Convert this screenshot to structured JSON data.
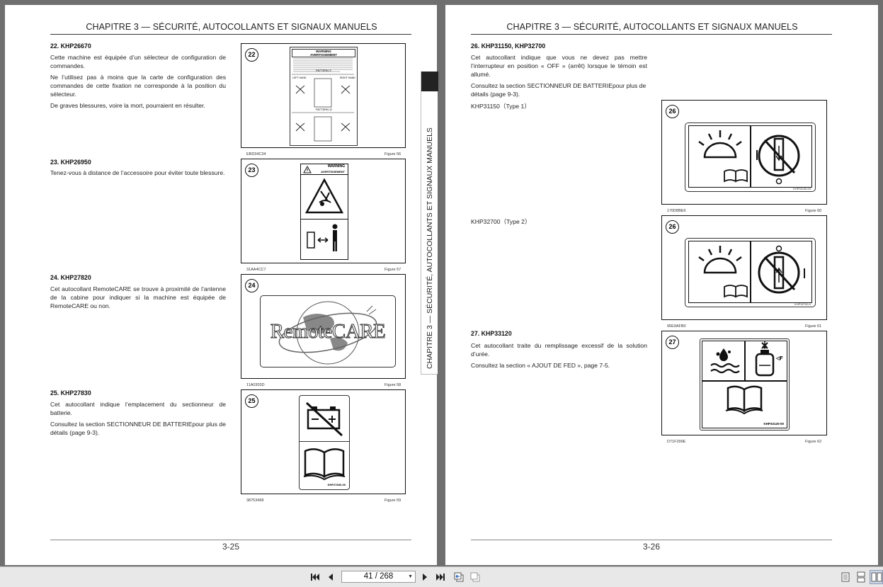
{
  "header": {
    "chapter_title": "CHAPITRE 3 — SÉCURITÉ, AUTOCOLLANTS ET SIGNAUX MANUELS"
  },
  "side_tab": {
    "text": "CHAPITRE 3 — SÉCURITÉ, AUTOCOLLANTS ET SIGNAUX MANUELS"
  },
  "left_page": {
    "page_number": "3-25",
    "sections": [
      {
        "title": "22. KHP26670",
        "paragraphs": [
          "Cette machine est équipée d’un sélecteur de configuration de commandes.",
          "Ne l’utilisez pas à moins que la carte de configuration des commandes de cette fixation ne corresponde à la position du sélecteur.",
          "De graves blessures, voire la mort, pourraient en résulter."
        ],
        "figure": {
          "number": "22",
          "code": "EBD34C34",
          "caption": "Figure 56"
        }
      },
      {
        "title": "23. KHP26950",
        "paragraphs": [
          "Tenez-vous à distance de l’accessoire pour éviter toute blessure."
        ],
        "figure": {
          "number": "23",
          "code": "31AA4CC7",
          "caption": "Figure 57"
        }
      },
      {
        "title": "24. KHP27820",
        "paragraphs": [
          "Cet autocollant RemoteCARE se trouve à proximité de l’antenne de la cabine pour indiquer si la machine est équipée de RemoteCARE ou non."
        ],
        "figure": {
          "number": "24",
          "code": "11A0303D",
          "caption": "Figure 58"
        }
      },
      {
        "title": "25. KHP27830",
        "paragraphs": [
          "Cet autocollant indique l’emplacement du sectionneur de batterie.",
          "Consultez la section SECTIONNEUR DE BATTERIEpour plus de détails (page 9-3)."
        ],
        "figure": {
          "number": "25",
          "code": "38753468",
          "caption": "Figure 59"
        }
      }
    ],
    "decal_texts": {
      "warning": "WARNING",
      "avertissement": "AVERTISSEMENT",
      "remotecare": "RemoteCARE",
      "pattern_c": "PATTERN ©",
      "pattern_d": "PATTERN ⓓ",
      "left_hand": "LEFT HAND",
      "right_hand": "RIGHT HAND",
      "decal_25_code": "KHP27830-00"
    }
  },
  "right_page": {
    "page_number": "3-26",
    "sections": [
      {
        "title": "26. KHP31150, KHP32700",
        "paragraphs": [
          "Cet autocollant indique que vous ne devez pas mettre l’interrupteur en position « OFF » (arrêt) lorsque le témoin est allumé.",
          "Consultez la section SECTIONNEUR DE BATTERIEpour plus de détails (page 9-3)."
        ]
      },
      {
        "title": "27. KHP33120",
        "paragraphs": [
          "Cet autocollant traite du remplissage excessif de la solution d’urée.",
          "Consultez la section « AJOUT DE FED », page 7-5."
        ],
        "figure": {
          "number": "27",
          "code": "D71F299E",
          "caption": "Figure 62"
        }
      }
    ],
    "type1_label": "KHP31150（Type 1）",
    "type2_label": "KHP32700（Type 2）",
    "figure_26a": {
      "number": "26",
      "code": "170D8BE6",
      "caption": "Figure 60",
      "decal_code": "KHP31150-00"
    },
    "figure_26b": {
      "number": "26",
      "code": "95E9AFB0",
      "caption": "Figure 61",
      "decal_code": "KHP32700-0"
    },
    "decal_27_code": "KHP33120-00",
    "decal_27_f": "◁F"
  },
  "toolbar": {
    "page_indicator": "41 / 268"
  }
}
